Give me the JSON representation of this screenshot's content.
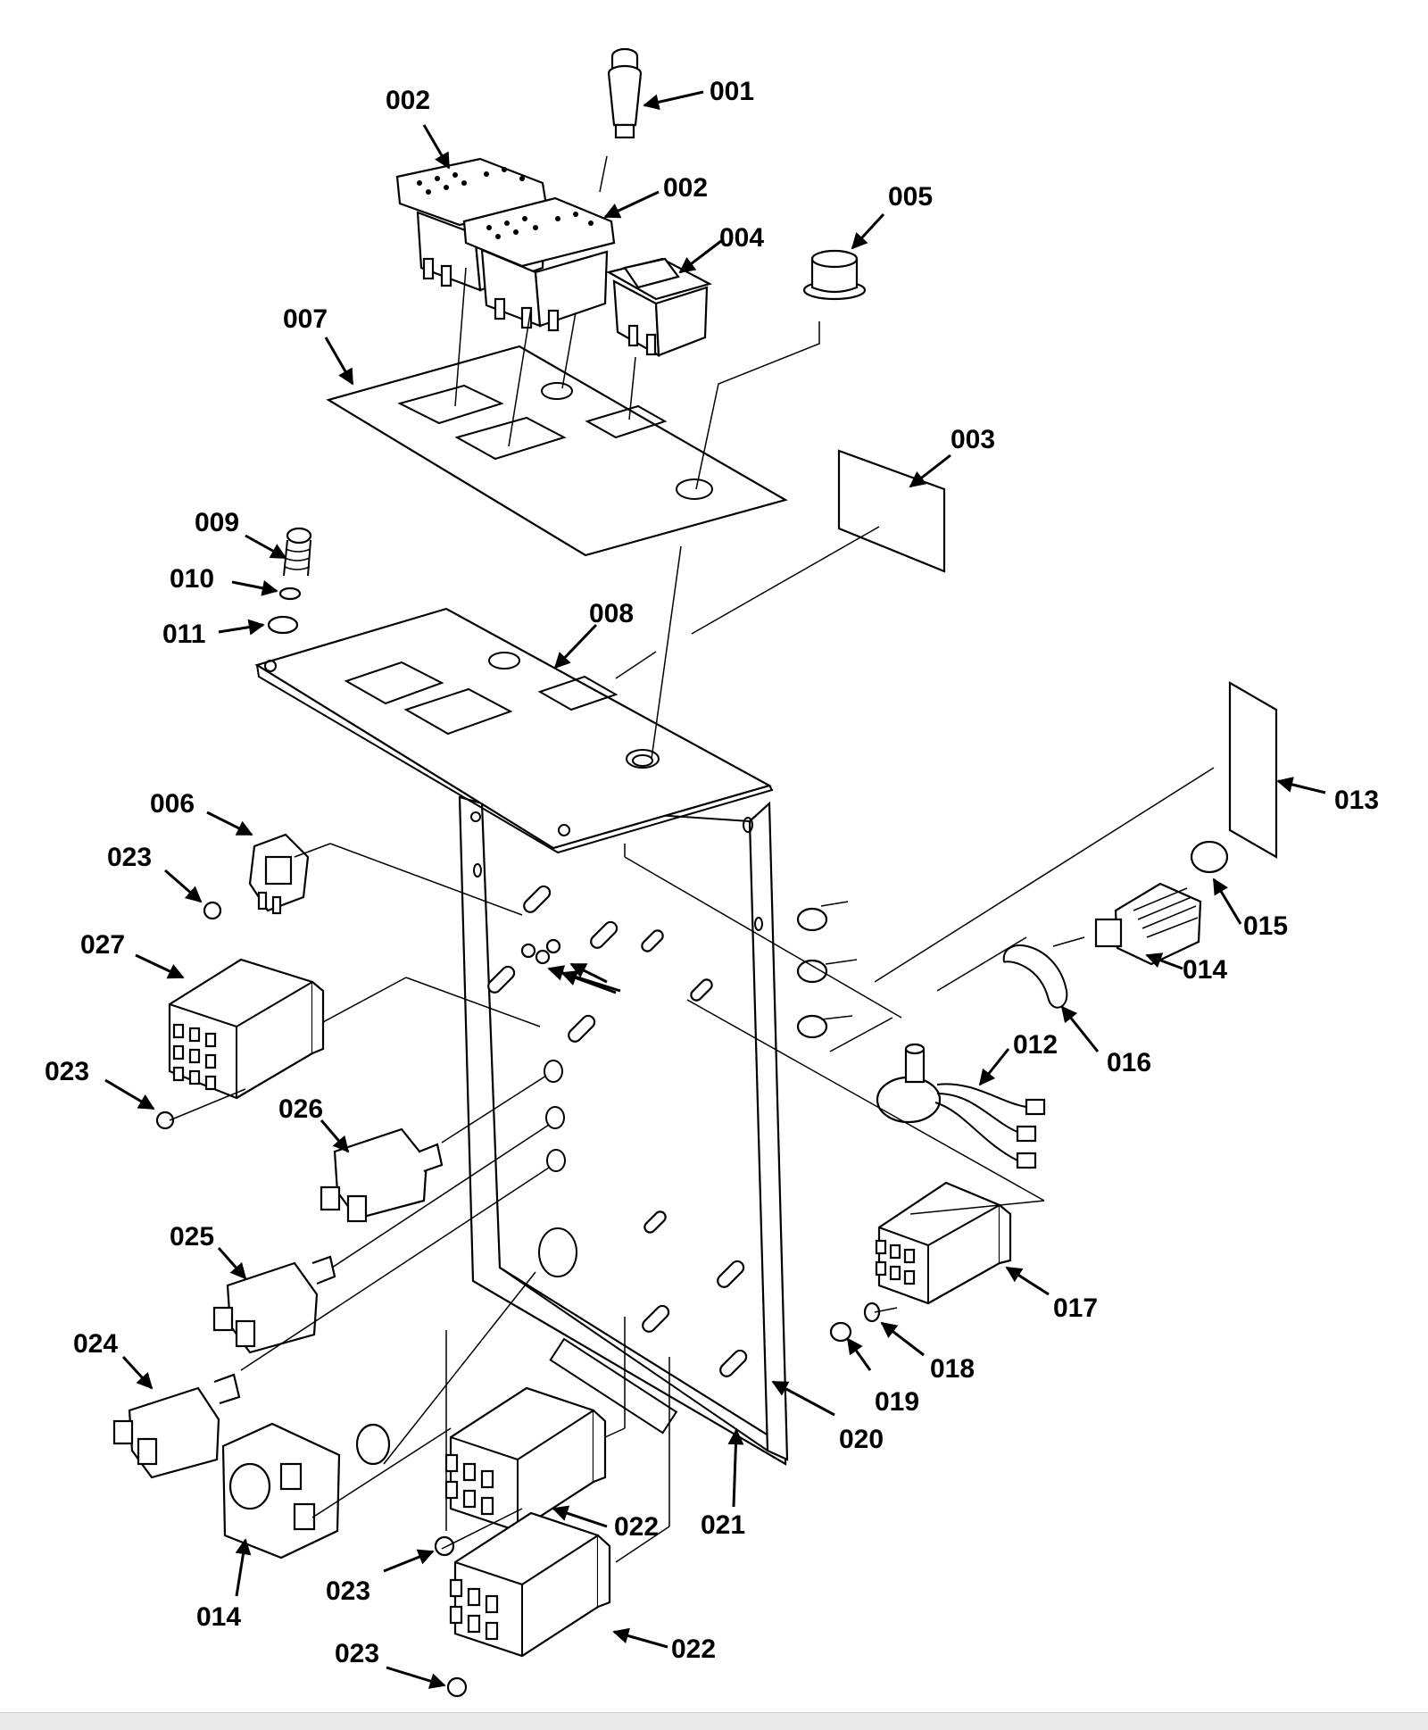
{
  "diagram": {
    "type": "exploded parts view",
    "labels": [
      {
        "id": "l001",
        "text": "001"
      },
      {
        "id": "l002a",
        "text": "002"
      },
      {
        "id": "l002b",
        "text": "002"
      },
      {
        "id": "l003",
        "text": "003"
      },
      {
        "id": "l004",
        "text": "004"
      },
      {
        "id": "l005",
        "text": "005"
      },
      {
        "id": "l006",
        "text": "006"
      },
      {
        "id": "l007",
        "text": "007"
      },
      {
        "id": "l008",
        "text": "008"
      },
      {
        "id": "l009",
        "text": "009"
      },
      {
        "id": "l010",
        "text": "010"
      },
      {
        "id": "l011",
        "text": "011"
      },
      {
        "id": "l012",
        "text": "012"
      },
      {
        "id": "l013",
        "text": "013"
      },
      {
        "id": "l014a",
        "text": "014"
      },
      {
        "id": "l014b",
        "text": "014"
      },
      {
        "id": "l015",
        "text": "015"
      },
      {
        "id": "l016",
        "text": "016"
      },
      {
        "id": "l017",
        "text": "017"
      },
      {
        "id": "l018",
        "text": "018"
      },
      {
        "id": "l019",
        "text": "019"
      },
      {
        "id": "l020",
        "text": "020"
      },
      {
        "id": "l021",
        "text": "021"
      },
      {
        "id": "l022a",
        "text": "022"
      },
      {
        "id": "l022b",
        "text": "022"
      },
      {
        "id": "l023a",
        "text": "023"
      },
      {
        "id": "l023b",
        "text": "023"
      },
      {
        "id": "l023c",
        "text": "023"
      },
      {
        "id": "l023d",
        "text": "023"
      },
      {
        "id": "l024",
        "text": "024"
      },
      {
        "id": "l025",
        "text": "025"
      },
      {
        "id": "l026",
        "text": "026"
      },
      {
        "id": "l027",
        "text": "027"
      }
    ]
  }
}
